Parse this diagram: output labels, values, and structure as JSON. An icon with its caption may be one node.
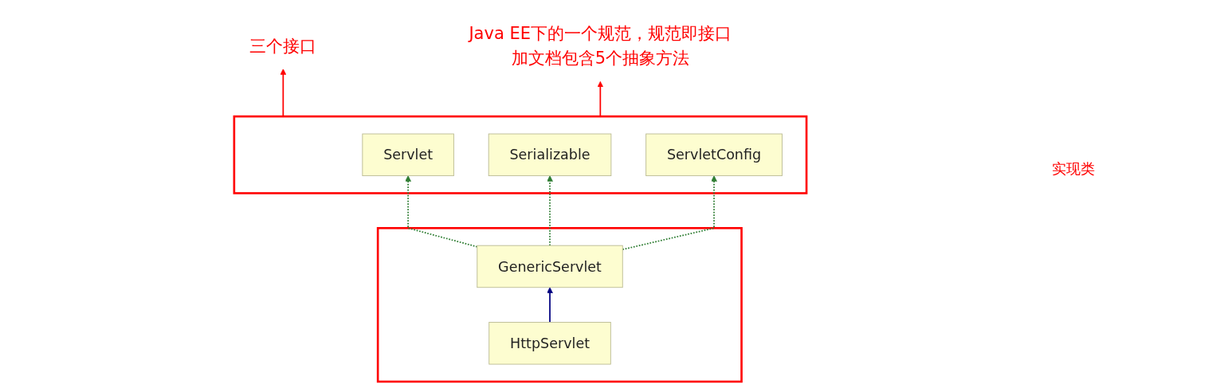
{
  "diagram": {
    "nodes": [
      {
        "text": [],
        "shape": "box"
      },
      {
        "text": [
          "Servlet"
        ],
        "in": 0
      },
      {
        "text": [
          "Serializable"
        ],
        "in": 0
      },
      {
        "text": [
          "ServletConfig"
        ],
        "in": 0
      },
      {
        "text": [
          "三个接口"
        ]
      },
      {
        "text": [
          "Java EE下的一个规范，规范即接口加文档包含5个抽象方法"
        ]
      },
      {
        "text": [],
        "shape": "box"
      },
      {
        "text": [
          "GenericServlet"
        ],
        "in": 6
      },
      {
        "text": [
          "HttpServlet"
        ],
        "in": 6
      }
    ],
    "edges": [
      {
        "from": 0,
        "to": 4,
        "arrow": "to",
        "color": "#ff0000"
      },
      {
        "from": 0,
        "to": 5,
        "arrow": "to",
        "color": "#ff0000"
      },
      {
        "from": 7,
        "to": 1,
        "arrow": "to",
        "style": "dashed"
      },
      {
        "from": 7,
        "to": 2,
        "arrow": "to",
        "style": "dashed"
      },
      {
        "from": 7,
        "to": 3,
        "arrow": "to",
        "style": "dashed"
      },
      {
        "from": 8,
        "to": 7,
        "arrow": "to",
        "color": "#000080"
      }
    ],
    "labels": [
      "实现类"
    ]
  }
}
